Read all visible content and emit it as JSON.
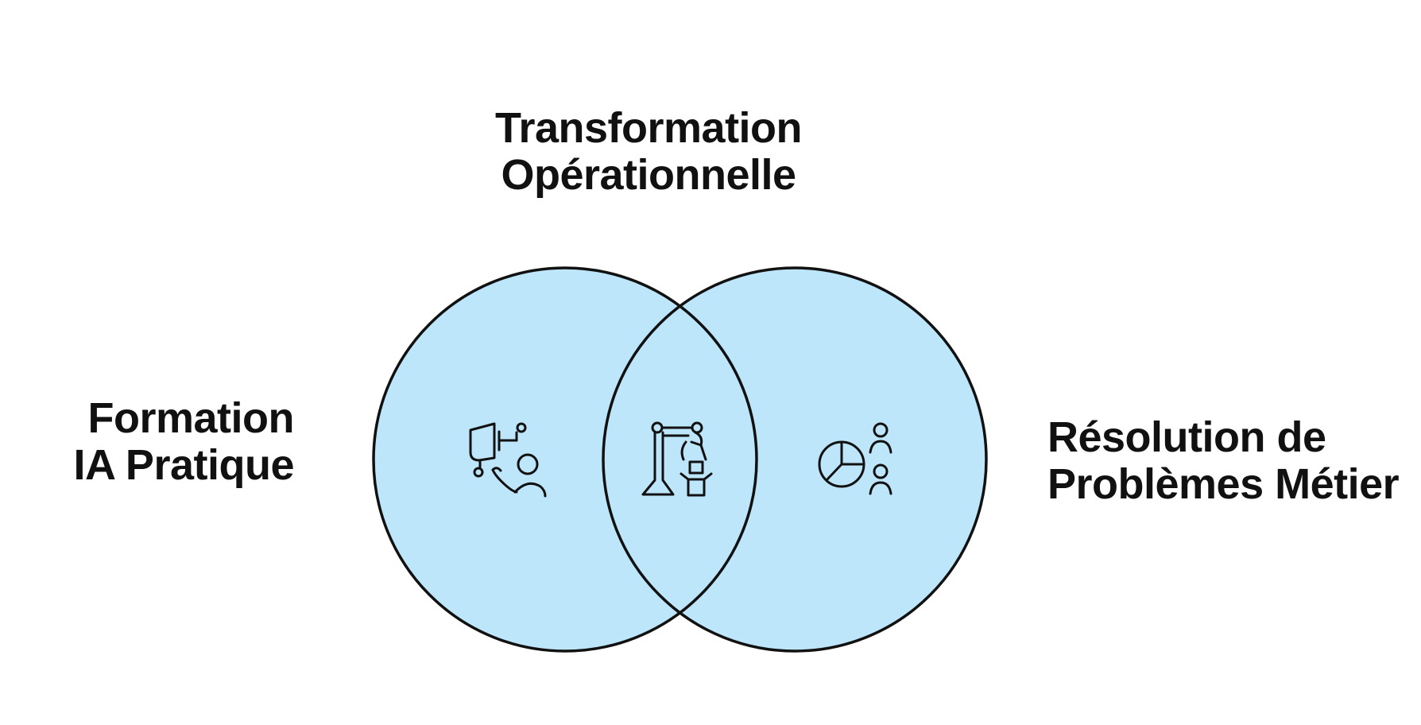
{
  "diagram": {
    "type": "venn",
    "labels": {
      "top": [
        "Transformation",
        "Opérationnelle"
      ],
      "left": [
        "Formation",
        "IA Pratique"
      ],
      "right": [
        "Résolution de",
        "Problèmes Métier"
      ]
    },
    "colors": {
      "circle_fill": "#bde6fb",
      "circle_stroke": "#111111",
      "text": "#111111",
      "background": "#ffffff"
    },
    "icons": {
      "left": "ai-training-presenter-icon",
      "center": "robotic-arm-icon",
      "right": "pie-chart-team-icon"
    }
  }
}
